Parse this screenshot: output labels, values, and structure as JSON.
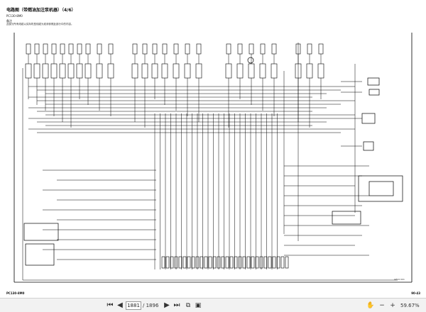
{
  "document": {
    "title": "电路图（带燃油加注泵机器）（4/6）",
    "model": "PC130-8M0",
    "note_label": "备注",
    "note": "此部分所有线缆以实际机型线缆为准请参照此部分中的内容。",
    "footer_left": "PC130-8M0",
    "footer_right": "90-43",
    "sheet_label": "GEC0 001"
  },
  "toolbar": {
    "current_page": "1881",
    "total_pages": "/ 1896",
    "zoom": "59.67%",
    "first_icon": "first-page-icon",
    "prev_icon": "previous-page-icon",
    "next_icon": "next-page-icon",
    "last_icon": "last-page-icon"
  }
}
